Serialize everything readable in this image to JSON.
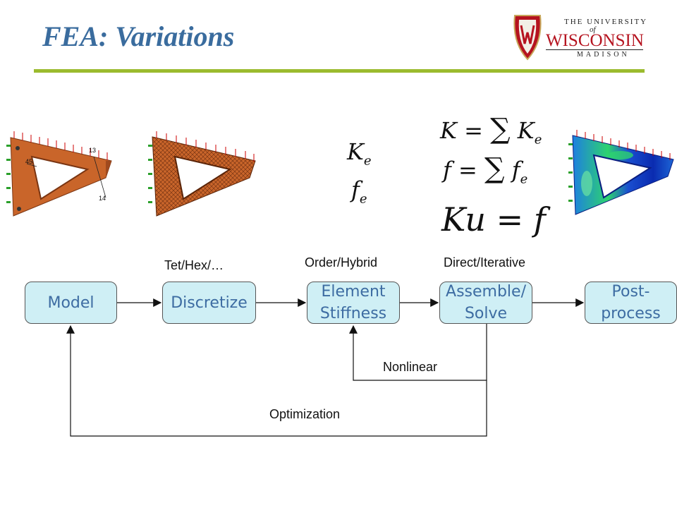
{
  "slide": {
    "title": "FEA: Variations"
  },
  "logo": {
    "line1": "THE UNIVERSITY",
    "line2": "of",
    "line3": "WISCONSIN",
    "line4": "MADISON",
    "crest_letter": "W",
    "crest_color": "#B5131F"
  },
  "accent": {
    "title_color": "#3A6C9E",
    "rule_color": "#9BBB2E",
    "box_fill": "#CFEFF5",
    "box_text_color": "#3D6CA2"
  },
  "flow": {
    "model": "Model",
    "discretize": "Discretize",
    "element_stiffness": "Element\nStiffness",
    "assemble_solve": "Assemble/\nSolve",
    "post_process": "Post-\nprocess"
  },
  "labels": {
    "tet_hex": "Tet/Hex/…",
    "order_hybrid": "Order/Hybrid",
    "direct_iterative": "Direct/Iterative",
    "nonlinear": "Nonlinear",
    "optimization": "Optimization"
  },
  "math": {
    "ke": "K",
    "ke_sub": "e",
    "fe": "f",
    "fe_sub": "e",
    "sum_k_lhs": "K =",
    "sum_k_rhs": "K",
    "sum_k_sub": "e",
    "sum_f_lhs": "f =",
    "sum_f_rhs": "f",
    "sum_f_sub": "e",
    "sum_symbol": "∑",
    "ku_f": "Ku = f"
  },
  "part_dims": {
    "d1": "13",
    "d2": "45",
    "d3": "14"
  }
}
